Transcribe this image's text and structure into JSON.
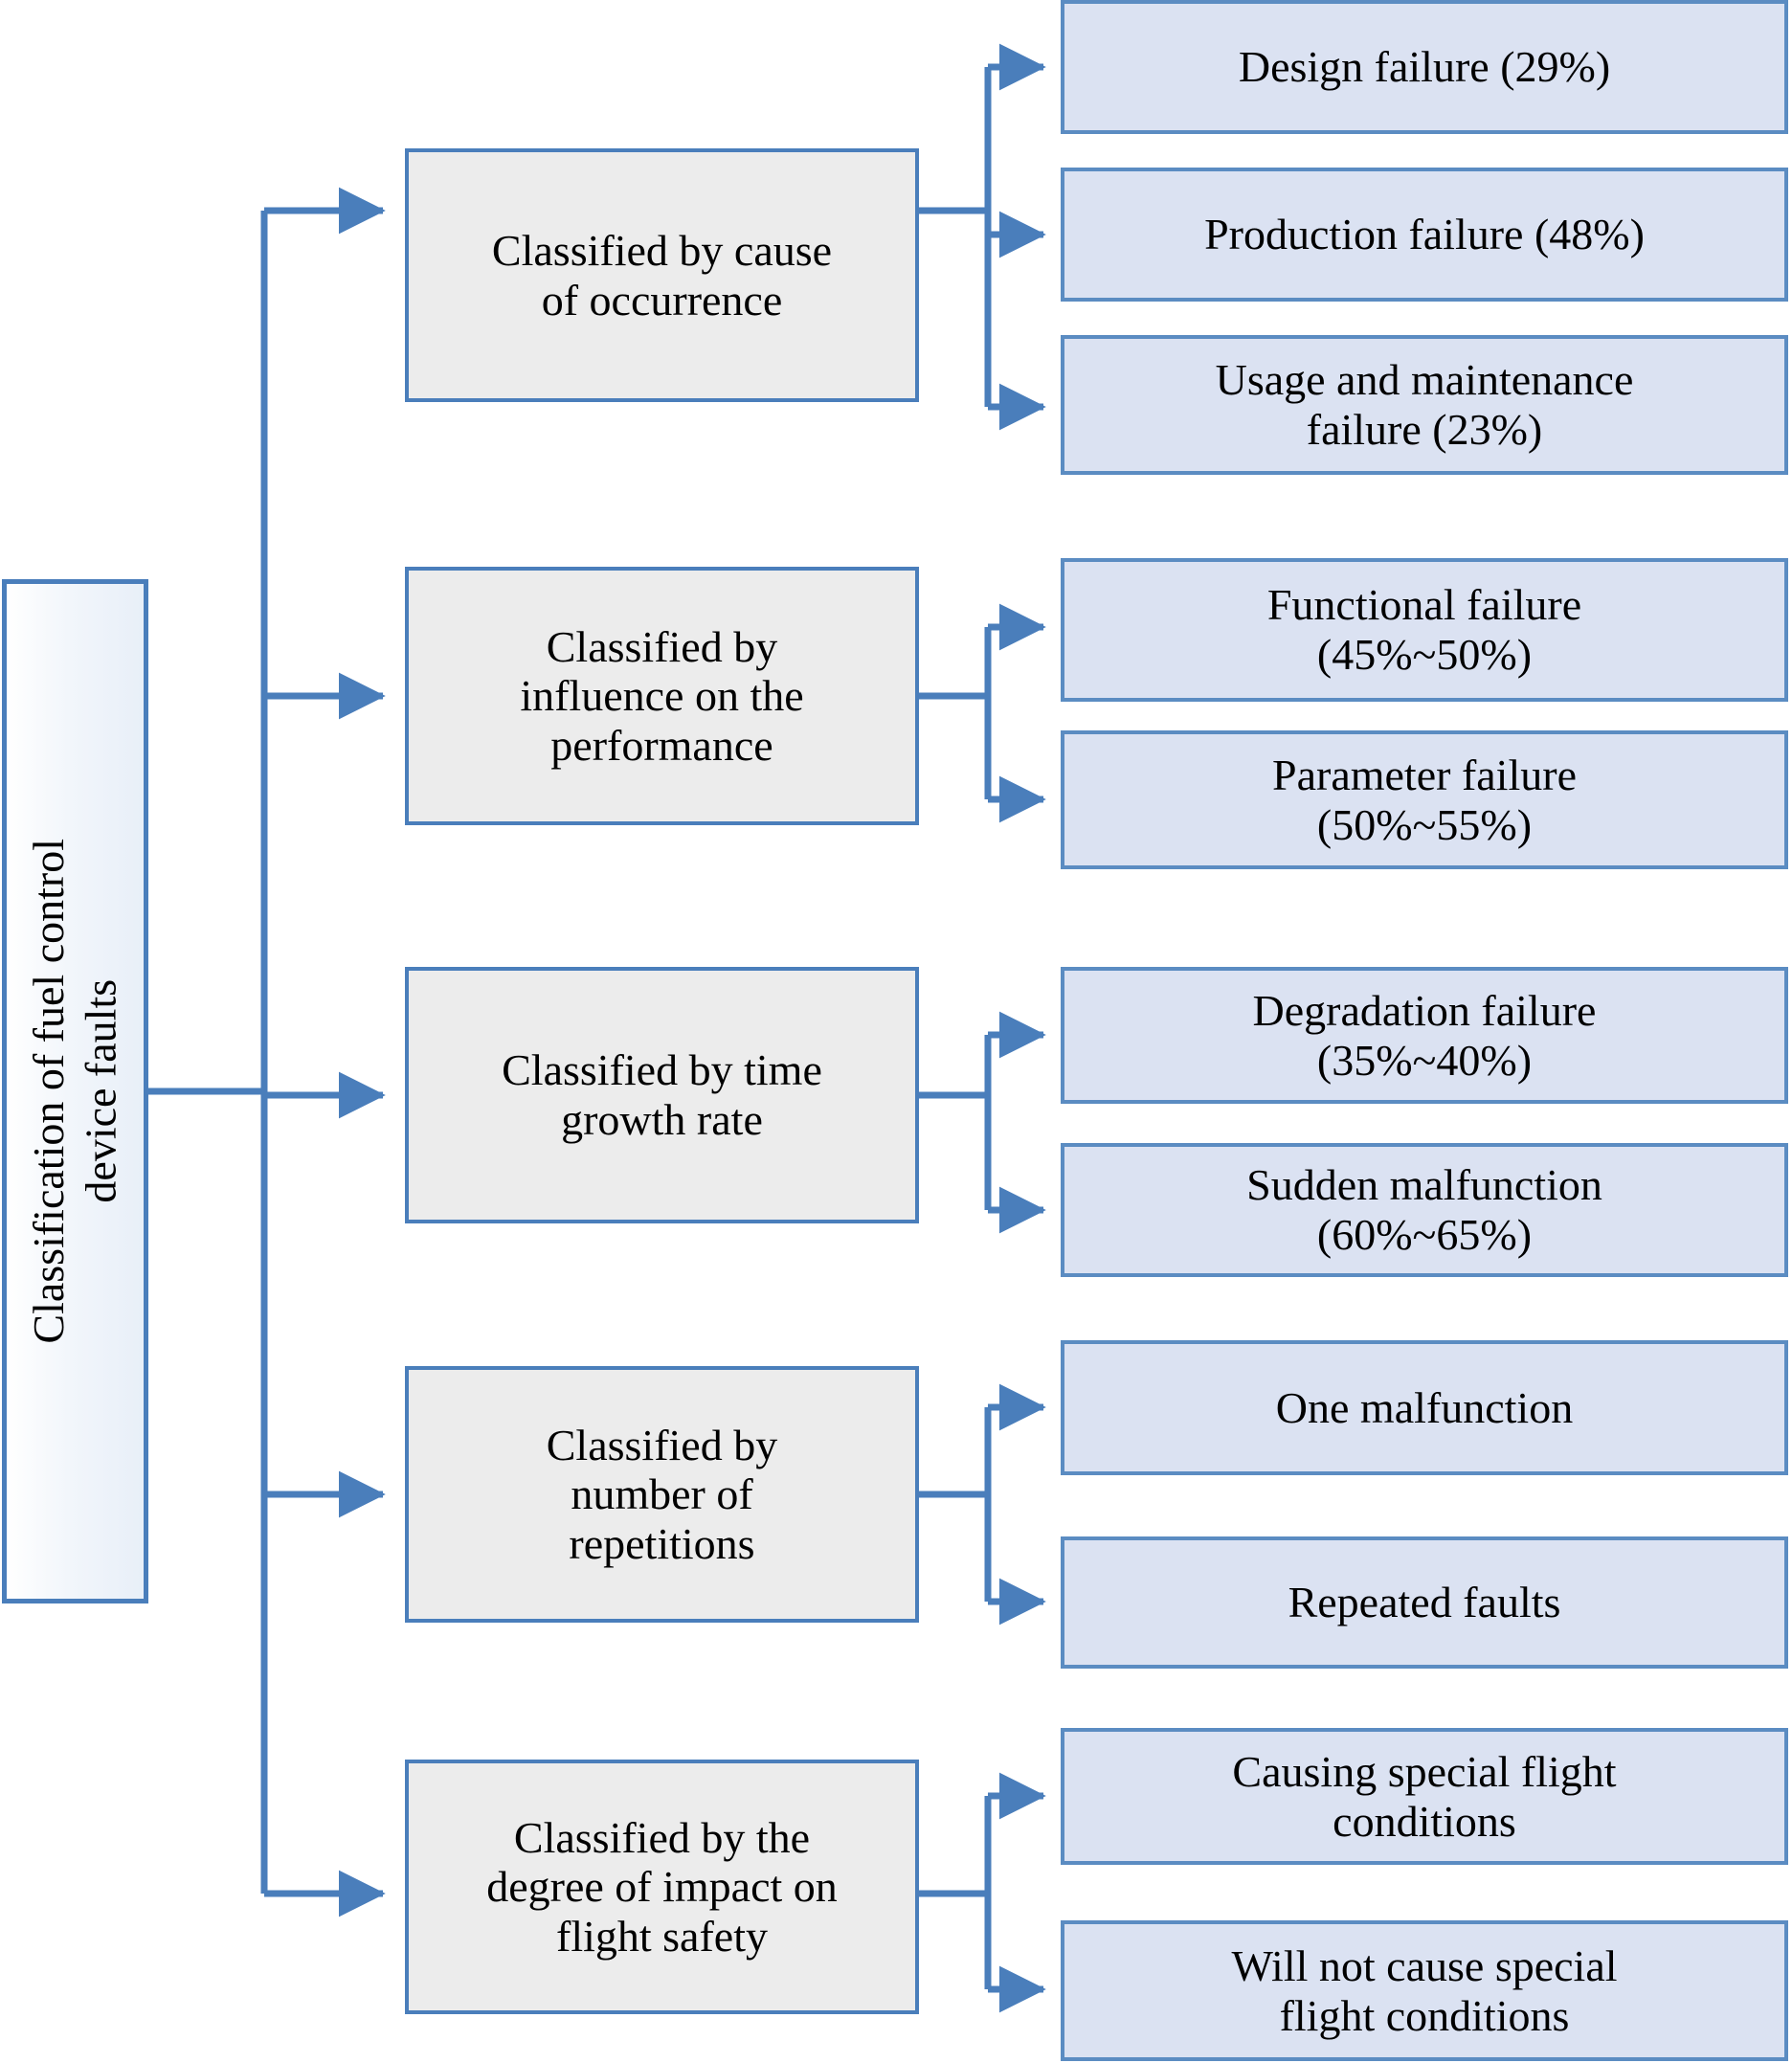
{
  "diagram": {
    "title": "Classification of fuel control device faults",
    "colors": {
      "line": "#4a7ebb",
      "leaf_fill": "#dbe2f2",
      "leaf_border": "#5b8cc2",
      "mid_fill": "#ececec",
      "mid_border": "#4a7ebb",
      "root_border": "#4a7ebb",
      "text": "#000000",
      "background": "#ffffff"
    },
    "root": {
      "label": "Classification of fuel control\ndevice faults"
    },
    "categories": [
      {
        "label": "Classified by cause\nof occurrence",
        "children": [
          {
            "label": "Design failure (29%)"
          },
          {
            "label": "Production failure (48%)"
          },
          {
            "label": "Usage and maintenance\nfailure (23%)"
          }
        ]
      },
      {
        "label": "Classified by\ninfluence on the\nperformance",
        "children": [
          {
            "label": "Functional failure\n(45%~50%)"
          },
          {
            "label": "Parameter failure\n(50%~55%)"
          }
        ]
      },
      {
        "label": "Classified by time\ngrowth rate",
        "children": [
          {
            "label": "Degradation failure\n(35%~40%)"
          },
          {
            "label": "Sudden malfunction\n(60%~65%)"
          }
        ]
      },
      {
        "label": "Classified by\nnumber of\nrepetitions",
        "children": [
          {
            "label": "One malfunction"
          },
          {
            "label": "Repeated faults"
          }
        ]
      },
      {
        "label": "Classified by the\ndegree of impact on\nflight safety",
        "children": [
          {
            "label": "Causing special flight\nconditions"
          },
          {
            "label": "Will not cause special\nflight conditions"
          }
        ]
      }
    ]
  }
}
